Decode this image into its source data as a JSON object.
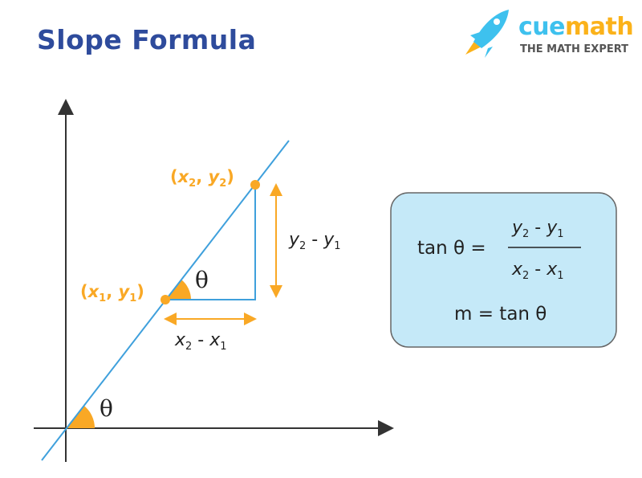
{
  "title": "Slope Formula",
  "logo": {
    "brand_part1": "cue",
    "brand_part2": "math",
    "tagline": "THE MATH EXPERT"
  },
  "labels": {
    "point2": {
      "open": "(",
      "x": "x",
      "xsub": "2",
      "comma": ", ",
      "y": "y",
      "ysub": "2",
      "close": ")"
    },
    "point1": {
      "open": "(",
      "x": "x",
      "xsub": "1",
      "comma": ", ",
      "y": "y",
      "ysub": "1",
      "close": ")"
    },
    "rise": {
      "a": "y",
      "asub": "2",
      "minus": " - ",
      "b": "y",
      "bsub": "1"
    },
    "run": {
      "a": "x",
      "asub": "2",
      "minus": " - ",
      "b": "x",
      "bsub": "1"
    },
    "theta": "θ"
  },
  "formula": {
    "lhs": "tan θ =",
    "numerator": {
      "a": "y",
      "asub": "2",
      "minus": " - ",
      "b": "y",
      "bsub": "1"
    },
    "denominator": {
      "a": "x",
      "asub": "2",
      "minus": " - ",
      "b": "x",
      "bsub": "1"
    },
    "second_line": "m = tan θ"
  },
  "colors": {
    "title": "#2e4b9c",
    "line": "#3fa0dc",
    "accent": "#f9a825",
    "box": "#c5e9f8"
  }
}
